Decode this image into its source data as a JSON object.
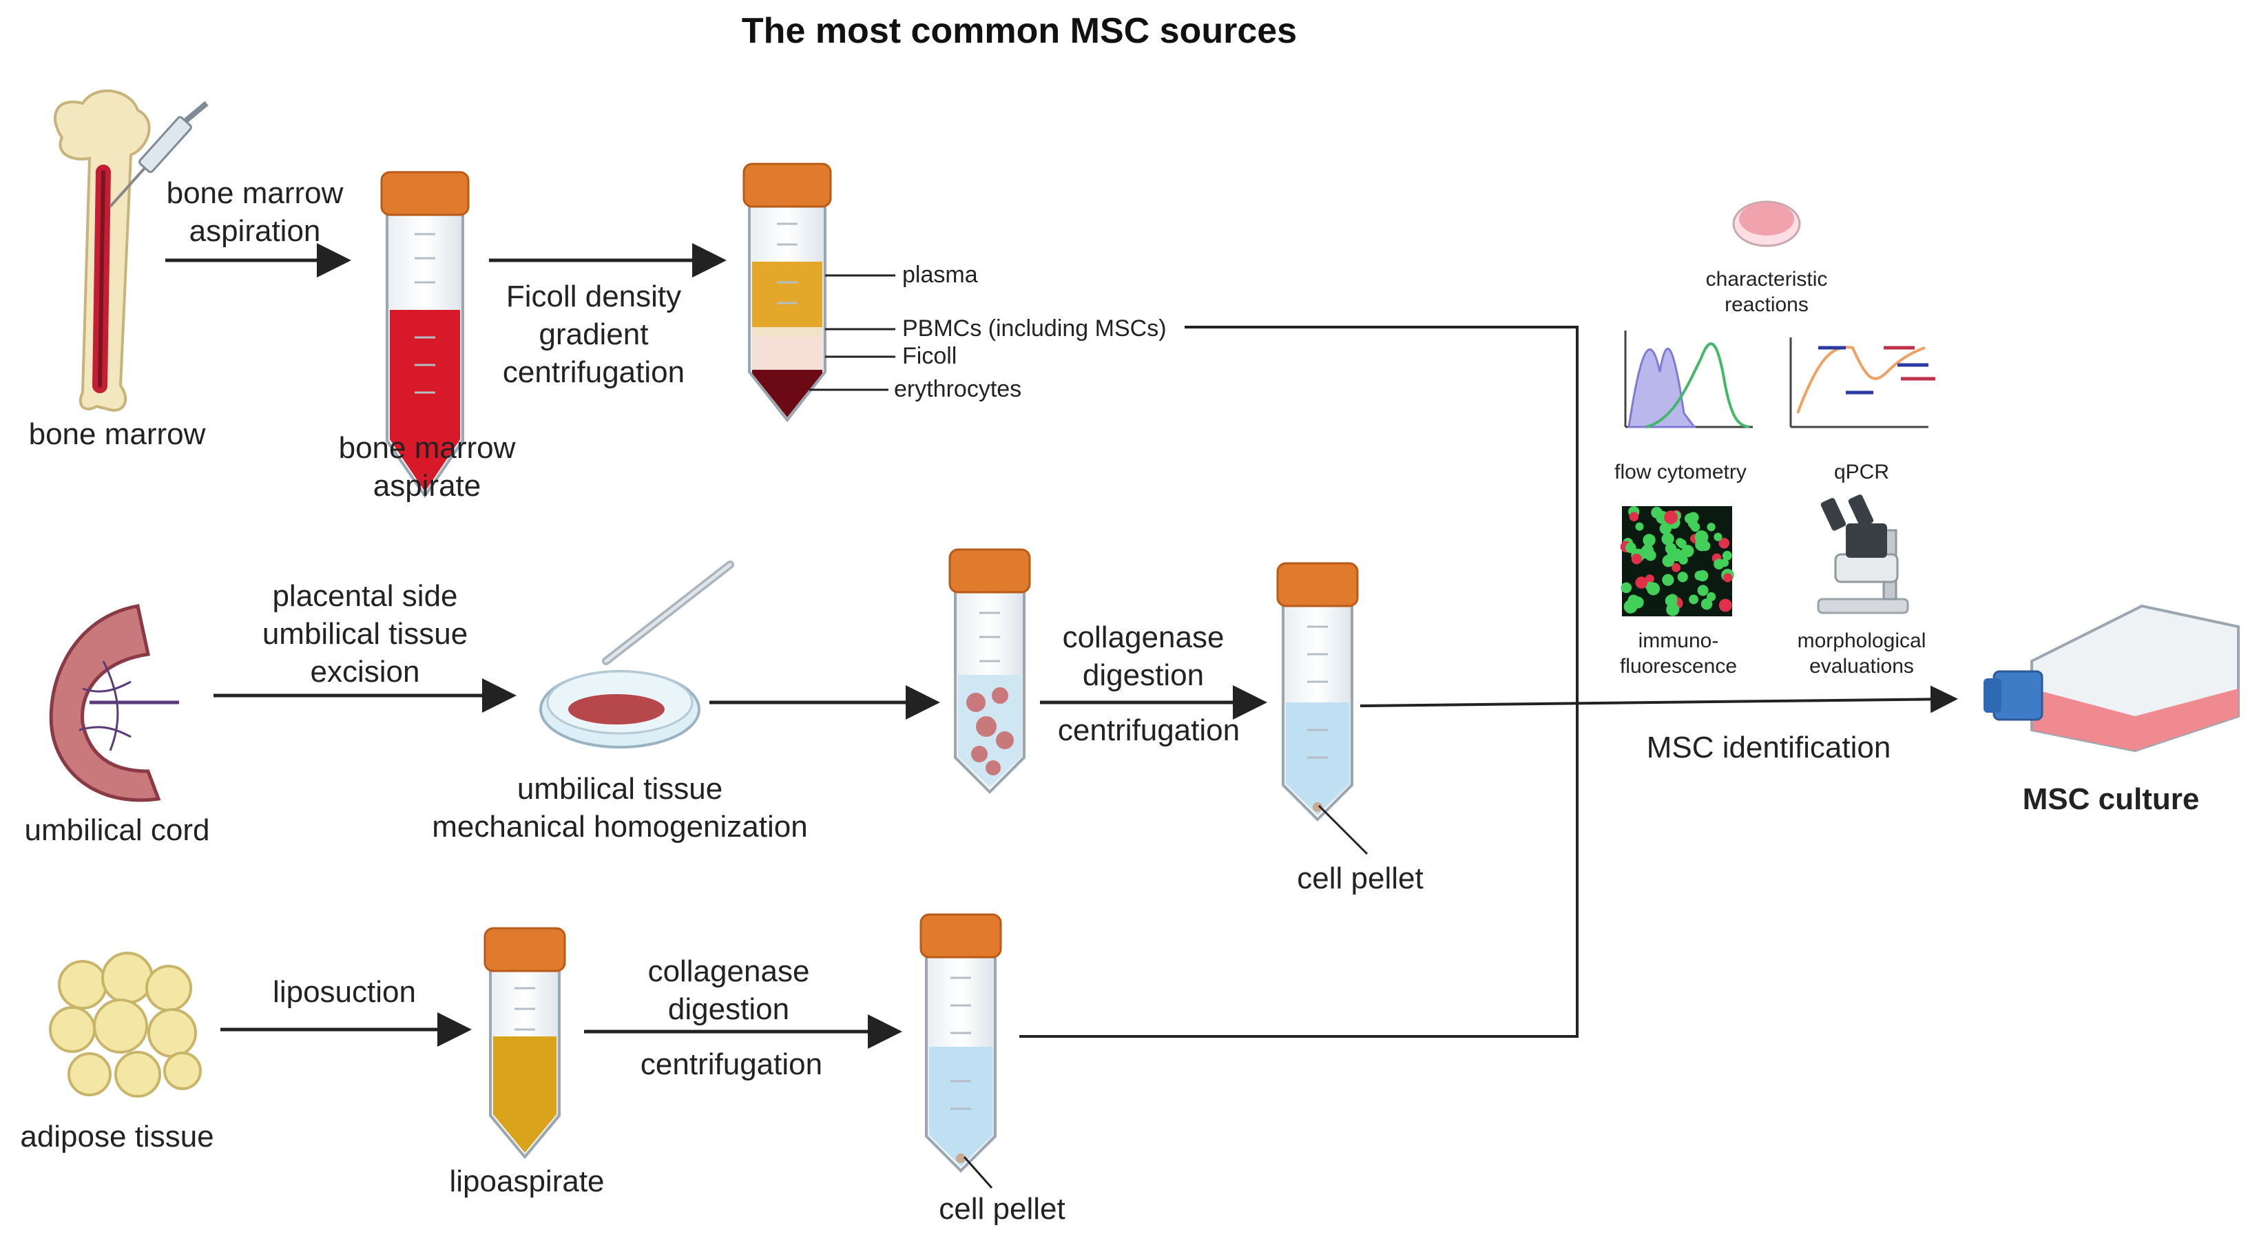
{
  "title": "The most common MSC sources",
  "bone_marrow": {
    "source": "bone marrow",
    "aspiration": [
      "bone marrow",
      "aspiration"
    ],
    "aspirate": [
      "bone marrow",
      "aspirate"
    ],
    "ficoll": [
      "Ficoll density",
      "gradient",
      "centrifugation"
    ],
    "layers": {
      "plasma": "plasma",
      "pbmc": "PBMCs (including MSCs)",
      "ficoll": "Ficoll",
      "erythrocytes": "erythrocytes"
    }
  },
  "umbilical": {
    "source": "umbilical cord",
    "excision": [
      "placental side",
      "umbilical tissue",
      "excision"
    ],
    "homogenization": [
      "umbilical tissue",
      "mechanical homogenization"
    ],
    "digestion": [
      "collagenase",
      "digestion"
    ],
    "centrifugation": "centrifugation",
    "pellet": "cell pellet"
  },
  "adipose": {
    "source": "adipose tissue",
    "liposuction": "liposuction",
    "lipoaspirate": "lipoaspirate",
    "digestion": [
      "collagenase",
      "digestion"
    ],
    "centrifugation": "centrifugation",
    "pellet": "cell pellet"
  },
  "identification": {
    "label": "MSC identification",
    "methods": {
      "reactions": [
        "characteristic",
        "reactions"
      ],
      "flow": "flow cytometry",
      "qpcr": "qPCR",
      "if": [
        "immuno-",
        "fluorescence"
      ],
      "morph": [
        "morphological",
        "evaluations"
      ]
    }
  },
  "culture": "MSC culture",
  "colors": {
    "tube_cap": "#e07a2c",
    "blood": "#d7192a",
    "plasma": "#e3a82a",
    "erythrocytes": "#6b0a14",
    "medium": "#bfe0f2",
    "lipo": "#d9a41c",
    "tissue": "#b6474a"
  }
}
